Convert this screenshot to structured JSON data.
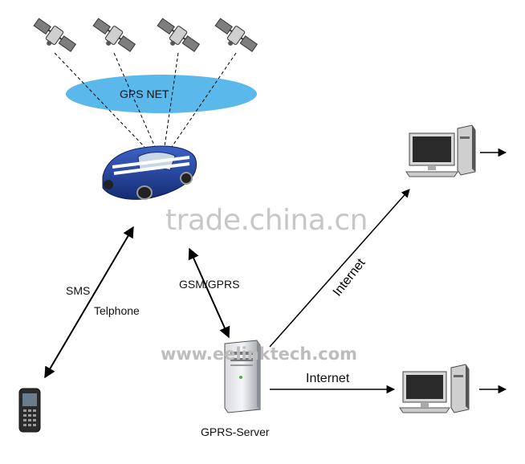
{
  "network": {
    "label": "GPS NET"
  },
  "links": {
    "sms_label": "SMS",
    "telphone_label": "Telphone",
    "gsm_label": "GSM/GPRS",
    "internet_upper_label": "Internet",
    "internet_lower_label": "Internet"
  },
  "server": {
    "label": "GPRS-Server"
  },
  "watermarks": {
    "trade": "trade.china.cn",
    "url": "www.eelinktech.com"
  },
  "colors": {
    "cloud": "#5bb8ea",
    "car_body": "#1f3f9b",
    "car_stripe": "#ffffff",
    "monitor_screen": "#2a2a2a"
  }
}
